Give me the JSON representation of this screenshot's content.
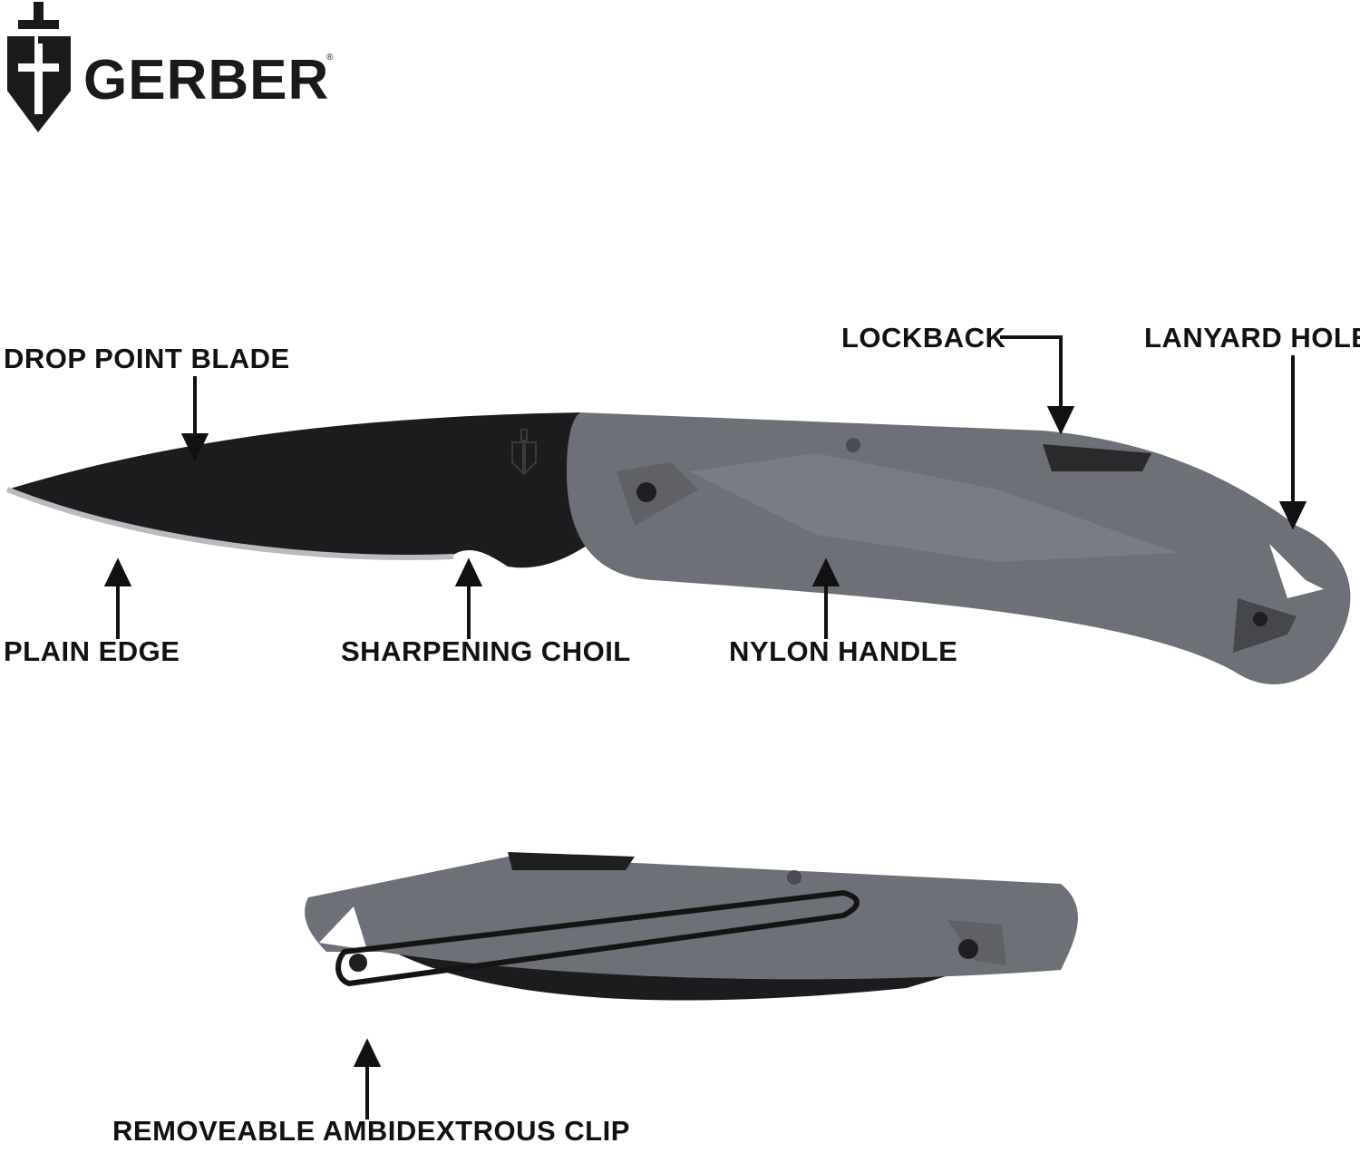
{
  "brand": {
    "name": "GERBER",
    "reg_mark": "®"
  },
  "callouts": {
    "drop_point_blade": "DROP POINT BLADE",
    "lockback": "LOCKBACK",
    "lanyard_hole": "LANYARD HOLE",
    "plain_edge": "PLAIN EDGE",
    "sharpening_choil": "SHARPENING CHOIL",
    "nylon_handle": "NYLON HANDLE",
    "removeable_clip": "REMOVEABLE AMBIDEXTROUS CLIP"
  },
  "colors": {
    "handle": "#6e7077",
    "handle_dark": "#55575d",
    "blade": "#1c1c1e",
    "edge": "#b9bbbf",
    "text": "#111111"
  },
  "icons": [
    "gerber-logo-icon",
    "arrow-icon"
  ]
}
